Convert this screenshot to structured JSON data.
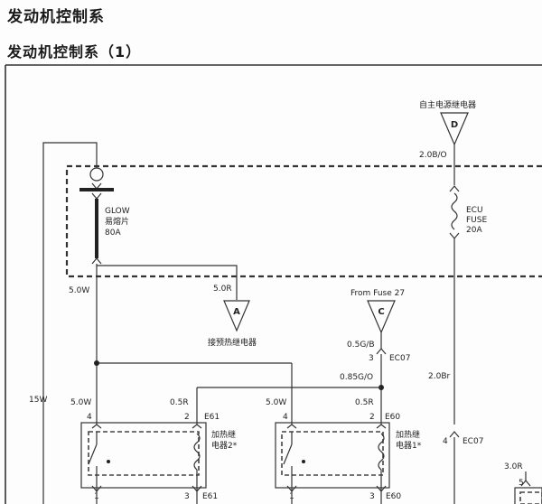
{
  "page": {
    "title": "发动机控制系",
    "subtitle": "发动机控制系（1）"
  },
  "labels": {
    "d_top": "自主电源继电器",
    "d_conn": "D",
    "d_wire": "2.0B/O",
    "ecu_fuse": [
      "ECU",
      "FUSE",
      "20A"
    ],
    "glow": [
      "GLOW",
      "易熔片",
      "80A"
    ],
    "w_left_top": "5.0W",
    "w_r_top": "5.0R",
    "a_conn": "A",
    "a_label": "接预热继电器",
    "from_fuse": "From Fuse 27",
    "c_conn": "C",
    "c_wire": "0.5G/B",
    "c_pin": "3",
    "c_ec07": "EC07",
    "go_wire": "0.85G/O",
    "br_wire": "2.0Br",
    "w15": "15W",
    "r1_w": "5.0W",
    "r1_r": "0.5R",
    "r1_pin4": "4",
    "r1_pin2": "2",
    "r1_conn": "E61",
    "r1_name": [
      "加热继",
      "电器2*"
    ],
    "r1_pin1": "1",
    "r1_pin3": "3",
    "r1_conn_b": "E61",
    "r2_w": "5.0W",
    "r2_r": "0.5R",
    "r2_pin4": "4",
    "r2_pin2": "2",
    "r2_conn": "E60",
    "r2_name": [
      "加热继",
      "电器1*"
    ],
    "r2_pin1": "1",
    "r2_pin3": "3",
    "r2_conn_b": "E60",
    "ec07_pin": "4",
    "ec07_b": "EC07",
    "r3_wire": "3.0R",
    "r3_pin": "5"
  }
}
